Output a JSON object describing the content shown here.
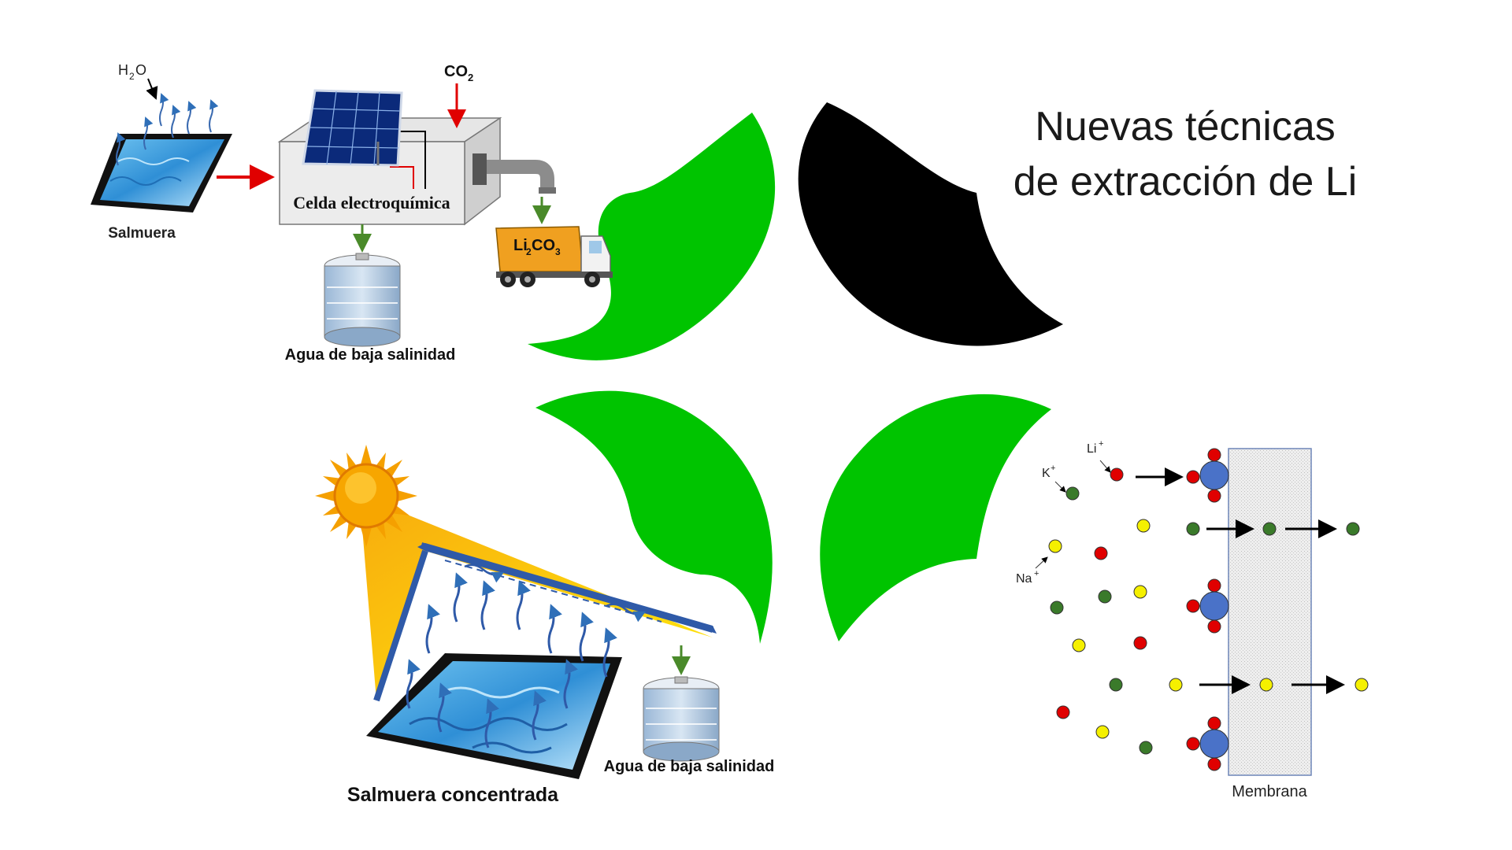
{
  "title": {
    "line1": "Nuevas técnicas",
    "line2": "de extracción de Li"
  },
  "electrochem_panel": {
    "brine_label": "Salmuera",
    "water_symbol": {
      "main": "H",
      "sub": "2",
      "tail": "O"
    },
    "co2_symbol": {
      "main": "CO",
      "sub": "2"
    },
    "cell_label": "Celda electroquímica",
    "truck_label": {
      "a": "Li",
      "sub1": "2",
      "b": "CO",
      "sub2": "3"
    },
    "tank_label": "Agua de baja salinidad"
  },
  "solar_panel": {
    "pond_label": "Salmuera concentrada",
    "tank_label": "Agua de baja salinidad"
  },
  "membrane_panel": {
    "ion_li": {
      "main": "Li",
      "sup": "+"
    },
    "ion_k": {
      "main": "K",
      "sup": "+"
    },
    "ion_na": {
      "main": "Na",
      "sup": "+"
    },
    "membrane_label": "Membrana"
  },
  "colors": {
    "logo_green": "#00c400",
    "logo_black": "#000000",
    "ion_red": "#e00000",
    "ion_green": "#3a7a2a",
    "ion_yellow": "#f5f000",
    "carrier_blue": "#4a72c8",
    "arrow_red": "#e00000",
    "arrow_green": "#4a8a2a",
    "water_blue": "#3b8fd0",
    "sun_orange": "#f5a000"
  }
}
